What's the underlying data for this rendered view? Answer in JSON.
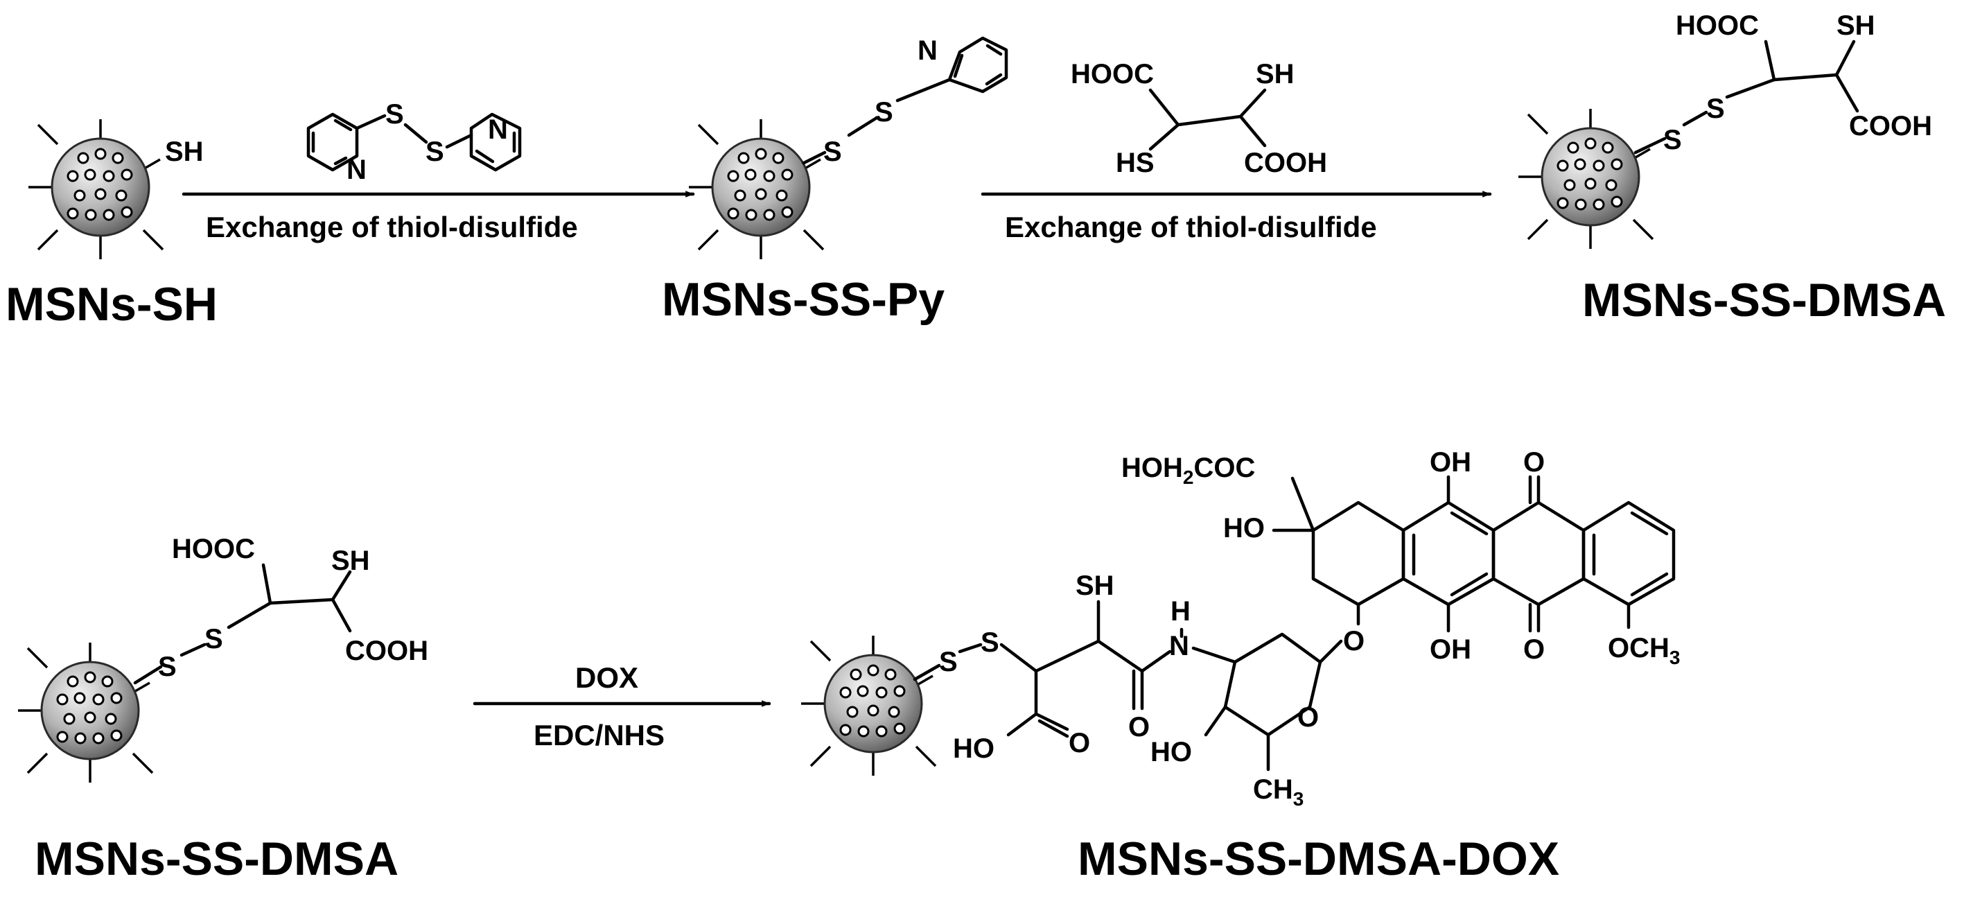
{
  "titles": {
    "msns_sh": "MSNs-SH",
    "msns_ss_py": "MSNs-SS-Py",
    "msns_ss_dmsa": "MSNs-SS-DMSA",
    "msns_ss_dmsa_2": "MSNs-SS-DMSA",
    "msns_ss_dmsa_dox": "MSNs-SS-DMSA-DOX"
  },
  "arrows": {
    "step1_label": "Exchange of thiol-disulfide",
    "step2_label": "Exchange of thiol-disulfide",
    "step3_top": "DOX",
    "step3_bottom": "EDC/NHS"
  },
  "atoms": {
    "sh": "SH",
    "s": "S",
    "n": "N",
    "hooc": "HOOC",
    "cooh": "COOH",
    "hs": "HS",
    "oh": "OH",
    "o": "O",
    "ho": "HO",
    "nh_n": "N",
    "nh_h": "H",
    "hoh2coc_a": "HOH",
    "hoh2coc_sub": "2",
    "hoh2coc_b": "COC",
    "och3_a": "OCH",
    "och3_sub": "3",
    "ch3_a": "CH",
    "ch3_sub": "3"
  },
  "colors": {
    "particle_light": "#eeeeee",
    "particle_mid": "#b5b5b5",
    "particle_dark": "#5e5e5e",
    "ink": "#000000"
  }
}
